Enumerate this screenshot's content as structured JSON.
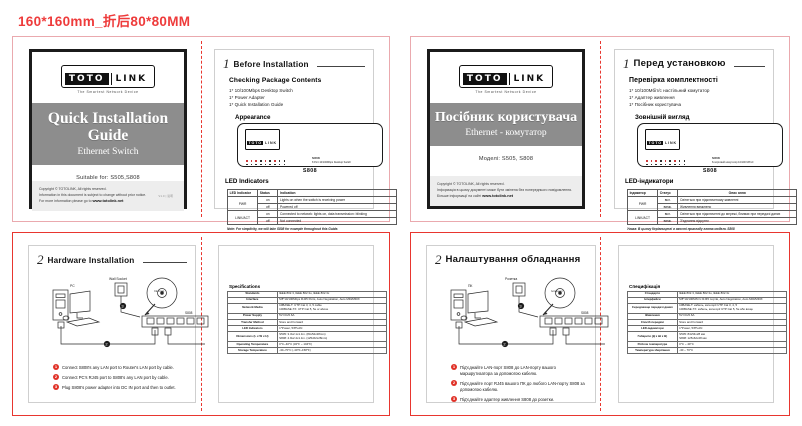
{
  "doc": {
    "title": "160*160mm_折后80*80MM",
    "cover_code": "V1.0 | 说明"
  },
  "brand": {
    "toto": "TOTO",
    "link": "LINK",
    "tagline": "The Smartest Network Device"
  },
  "cover_en": {
    "title": "Quick Installation Guide",
    "subtitle": "Ethernet Switch",
    "model_line": "Suitable for: S505,S808",
    "footer": [
      "Copyright © TOTOLINK, All rights reserved.",
      "Information in this document is subject to change without prior notice.",
      "For more information please go to "
    ],
    "footer_link": "www.totolink.net"
  },
  "cover_uk": {
    "title": "Посібник користувача",
    "subtitle": "Ethernet - комутатор",
    "model_line": "Моделі: S505, S808",
    "footer": [
      "Copyright © TOTOLINK, All rights reserved.",
      "Інформація в цьому документі може бути змінена без попереднього повідомлення.",
      "Більше інформації на сайті "
    ],
    "footer_link": "www.totolink.net"
  },
  "section1_en": {
    "number": "1",
    "title": "Before Installation",
    "h_package": "Checking Package Contents",
    "package": [
      "1* 10/100Mbps Desktop Switch",
      "1* Power Adapter",
      "1* Quick Installation Guide"
    ],
    "h_appearance": "Appearance",
    "device_name": "S808",
    "device_ports_label": "8 Port 10/100Mbps Desktop Switch",
    "device_dcin": "DC IN",
    "h_led": "LED Indicators",
    "led_headers": [
      "LED Indicator",
      "Status",
      "Indication"
    ],
    "led_rows": [
      {
        "name": "PWR",
        "status": "on",
        "text": "Lights on when the switch is receiving power"
      },
      {
        "name": "",
        "status": "off",
        "text": "Powered off"
      },
      {
        "name": "LINK/ACT",
        "status": "on",
        "text": "Connected to network: lights on, data transmission: blinking"
      },
      {
        "name": "",
        "status": "off",
        "text": "Not connected"
      }
    ],
    "note": "Note: For simplicity, we will take S808 for example throughout this Guide."
  },
  "section1_uk": {
    "number": "1",
    "title": "Перед установкою",
    "h_package": "Перевірка комплектності",
    "package": [
      "1* 10/100Мбіт/с настільний комутатор",
      "1* Адаптер живлення",
      "1* Посібник користувача"
    ],
    "h_appearance": "Зовнішній вигляд",
    "device_name": "S808",
    "device_ports_label": "8-портовий комутатор 10/100 Мбіт/с",
    "device_dcin": "DC IN",
    "h_led": "LED-індикатори",
    "led_headers": [
      "Індикатор",
      "Статус",
      "Опис ання"
    ],
    "led_rows": [
      {
        "name": "PWR",
        "status": "вкл.",
        "text": "Світиться при підключеному живленні"
      },
      {
        "name": "",
        "status": "вимк.",
        "text": "Живлення вимкнено"
      },
      {
        "name": "LINK/ACT",
        "status": "вкл.",
        "text": "Світиться при підключенні до мережі, блимає при передачі даних"
      },
      {
        "name": "",
        "status": "вимк.",
        "text": "З'єднання відсутнє"
      }
    ],
    "note": "Увага: В цьому Керівництві в якості прикладу взята модель S808"
  },
  "section2_en": {
    "number": "2",
    "title": "Hardware Installation",
    "labels": {
      "pc": "PC",
      "socket": "Wall Socket",
      "internet": "Internet",
      "router": "Router",
      "device": "S808",
      "lan": "LAN Ports"
    },
    "steps": [
      "Connect S808's any LAN port to Router's LAN port by cable.",
      "Connect PC's RJ45 port to S808's any LAN port by cable.",
      "Plug S808's power adapter into DC IN port and then to outlet."
    ],
    "spec_title": "Specifications",
    "spec_rows": [
      [
        "Standards",
        "IEEE 802.3, IEEE 802.3u, IEEE 802.3x"
      ],
      [
        "Interface",
        "5/8*10/100Mbps RJ45 Ports, Auto Negotiation, Auto MDI/MDIX"
      ],
      [
        "Network Media",
        "10BASE-T: UTP Cat 3, 4, 5 cable\n100BASE-TX: UTP Cat 5, 5e or above"
      ],
      [
        "Power Supply",
        "5V DC/0.6A"
      ],
      [
        "Transfer Method",
        "Store and Forward"
      ],
      [
        "LED Indicators",
        "1*Power, 5/8*LAN"
      ],
      [
        "Dimensions (L x W x H)",
        "S505: 3.3x2.1x1.1in. (84x54x28mm)\nS808: 4.9x2.4x1.1in. (125x62x28mm)"
      ],
      [
        "Operating Temperature",
        "0°C~40°C (32°F ~ 104°F)"
      ],
      [
        "Storage Temperature",
        "-40~70°C (-40°F~158°F)"
      ]
    ]
  },
  "section2_uk": {
    "number": "2",
    "title": "Налаштування обладнання",
    "labels": {
      "pc": "ПК",
      "socket": "Розетка",
      "internet": "Інтернет",
      "router": "Маршрутизатор",
      "device": "S808",
      "lan": "LAN-порти"
    },
    "steps": [
      "Під'єднайте LAN-порт S808 до LAN-порту вашого маршрутизатора за допомогою кабелю.",
      "Під'єднайте порт RJ45 вашого ПК до любого LAN-порту S808 за допомогою кабелю.",
      "Під'єднайте адаптер живлення S808 до розетки."
    ],
    "spec_title": "Специфікація",
    "spec_rows": [
      [
        "Стандарти",
        "IEEE 802.3, IEEE 802.3u, IEEE 802.3x"
      ],
      [
        "Інтерфейси",
        "5/8*10/100Мбіт/с RJ45 портів, Auto Negotiation, Auto MDI/MDIX"
      ],
      [
        "Середовище передачі даних",
        "10BASE-T: кабель, категорії UTP Cat 3, 4, 5\n100BASE-TX: кабель, категорії UTP Cat 5, 5e або вище"
      ],
      [
        "Живлення",
        "5V DC/0.6A"
      ],
      [
        "Спосіб передачі",
        "Store and Forward"
      ],
      [
        "LED-індикатори",
        "1*Power, 5/8*LAN"
      ],
      [
        "Габарити (Д х Ш х В)",
        "S505: 84x54x28 мм\nS808: 125x62x28 мм"
      ],
      [
        "Робоча температура",
        "0°С ~ 40°С"
      ],
      [
        "Температура зберігання",
        "-40 ~ 70°С"
      ]
    ]
  },
  "colors": {
    "accent_red": "#e8362f",
    "title_red": "#ee3b3b",
    "band_gray": "#8d8d8d",
    "border_pink": "#eaa9ae"
  }
}
